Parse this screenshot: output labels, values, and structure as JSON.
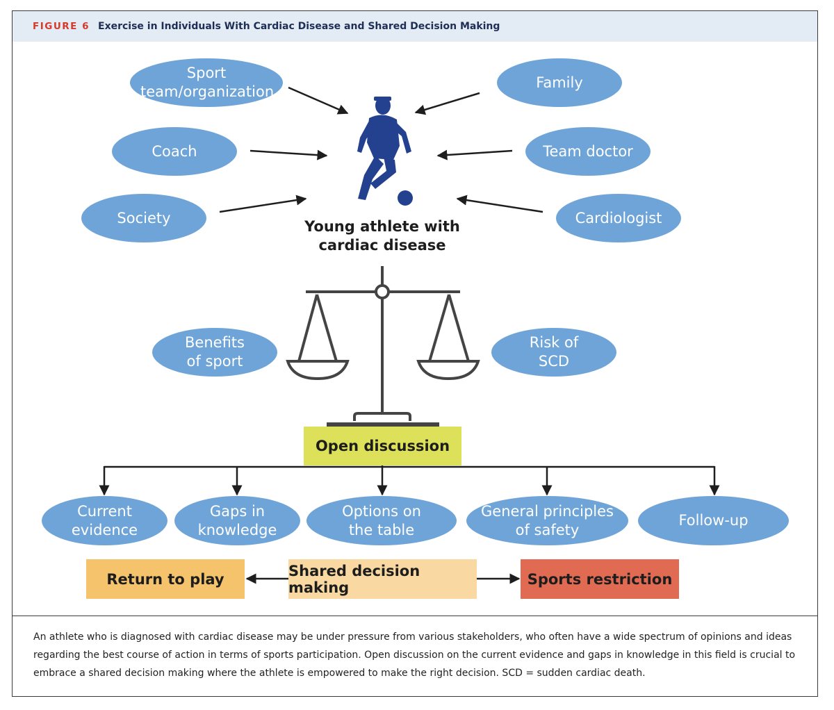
{
  "header": {
    "figure_label": "FIGURE 6",
    "title": "Exercise in Individuals With Cardiac Disease and Shared Decision Making"
  },
  "stakeholders": {
    "sport_team": "Sport team/organization",
    "family": "Family",
    "coach": "Coach",
    "team_doctor": "Team doctor",
    "society": "Society",
    "cardiologist": "Cardiologist"
  },
  "center_label": "Young athlete with cardiac disease",
  "scale": {
    "benefits": "Benefits of sport",
    "risk": "Risk of SCD"
  },
  "open_discussion": "Open discussion",
  "topics": {
    "current_evidence": "Current evidence",
    "gaps": "Gaps in knowledge",
    "options": "Options on the table",
    "principles": "General principles of safety",
    "follow_up": "Follow-up"
  },
  "outcomes": {
    "return_to_play": "Return to play",
    "shared_decision": "Shared decision making",
    "restriction": "Sports restriction"
  },
  "caption": "An athlete who is diagnosed with cardiac disease may be under pressure from various stakeholders, who often have a wide spectrum of opinions and ideas regarding the best course of action in terms of sports participation. Open discussion on the current evidence and gaps in knowledge in this field is crucial to embrace a shared decision making where the athlete is empowered to make the right decision. SCD = sudden cardiac death.",
  "colors": {
    "ellipse": "#6ea4d8",
    "athlete": "#24418f",
    "open_discussion": "#dde15a",
    "return_to_play": "#f4c36b",
    "shared_decision": "#f9d9a1",
    "restriction": "#e06a52",
    "figure_label": "#d63a2a",
    "header_bg": "#e3ebf5"
  }
}
